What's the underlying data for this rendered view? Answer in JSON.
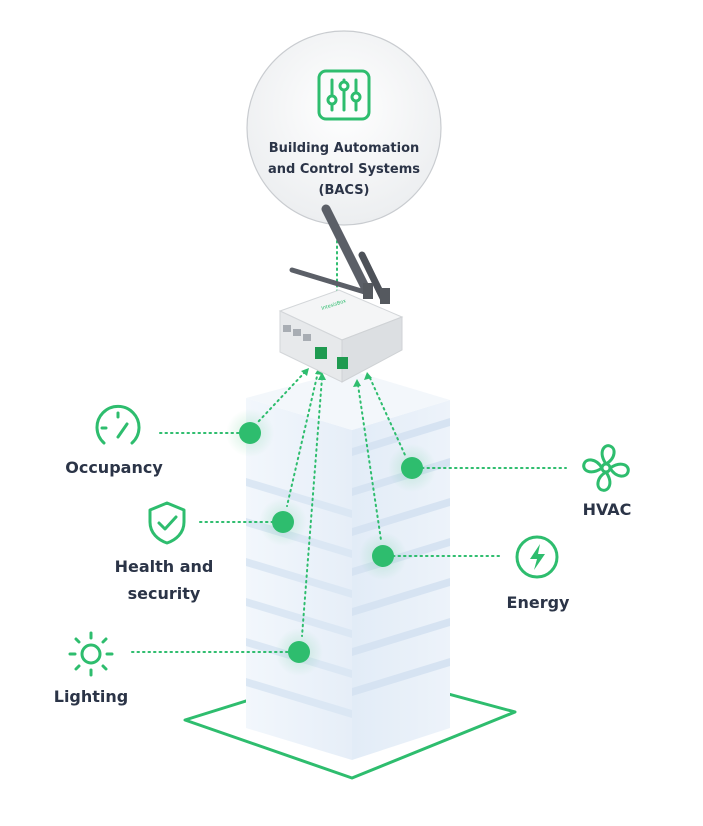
{
  "bacs": {
    "line1": "Building Automation",
    "line2": "and Control Systems",
    "line3": "(BACS)",
    "icon": "sliders-icon"
  },
  "device": {
    "brand": "IntesisBox"
  },
  "labels": {
    "occupancy": "Occupancy",
    "health_line1": "Health and",
    "health_line2": "security",
    "lighting": "Lighting",
    "hvac": "HVAC",
    "energy": "Energy"
  },
  "icons": {
    "occupancy": "gauge-icon",
    "health": "shield-check-icon",
    "lighting": "sun-icon",
    "hvac": "fan-icon",
    "energy": "lightning-icon"
  },
  "colors": {
    "accent": "#2ebd6e",
    "text": "#2b3447",
    "building_light": "#eef4fb",
    "building_stripe": "#dbe7f4"
  }
}
